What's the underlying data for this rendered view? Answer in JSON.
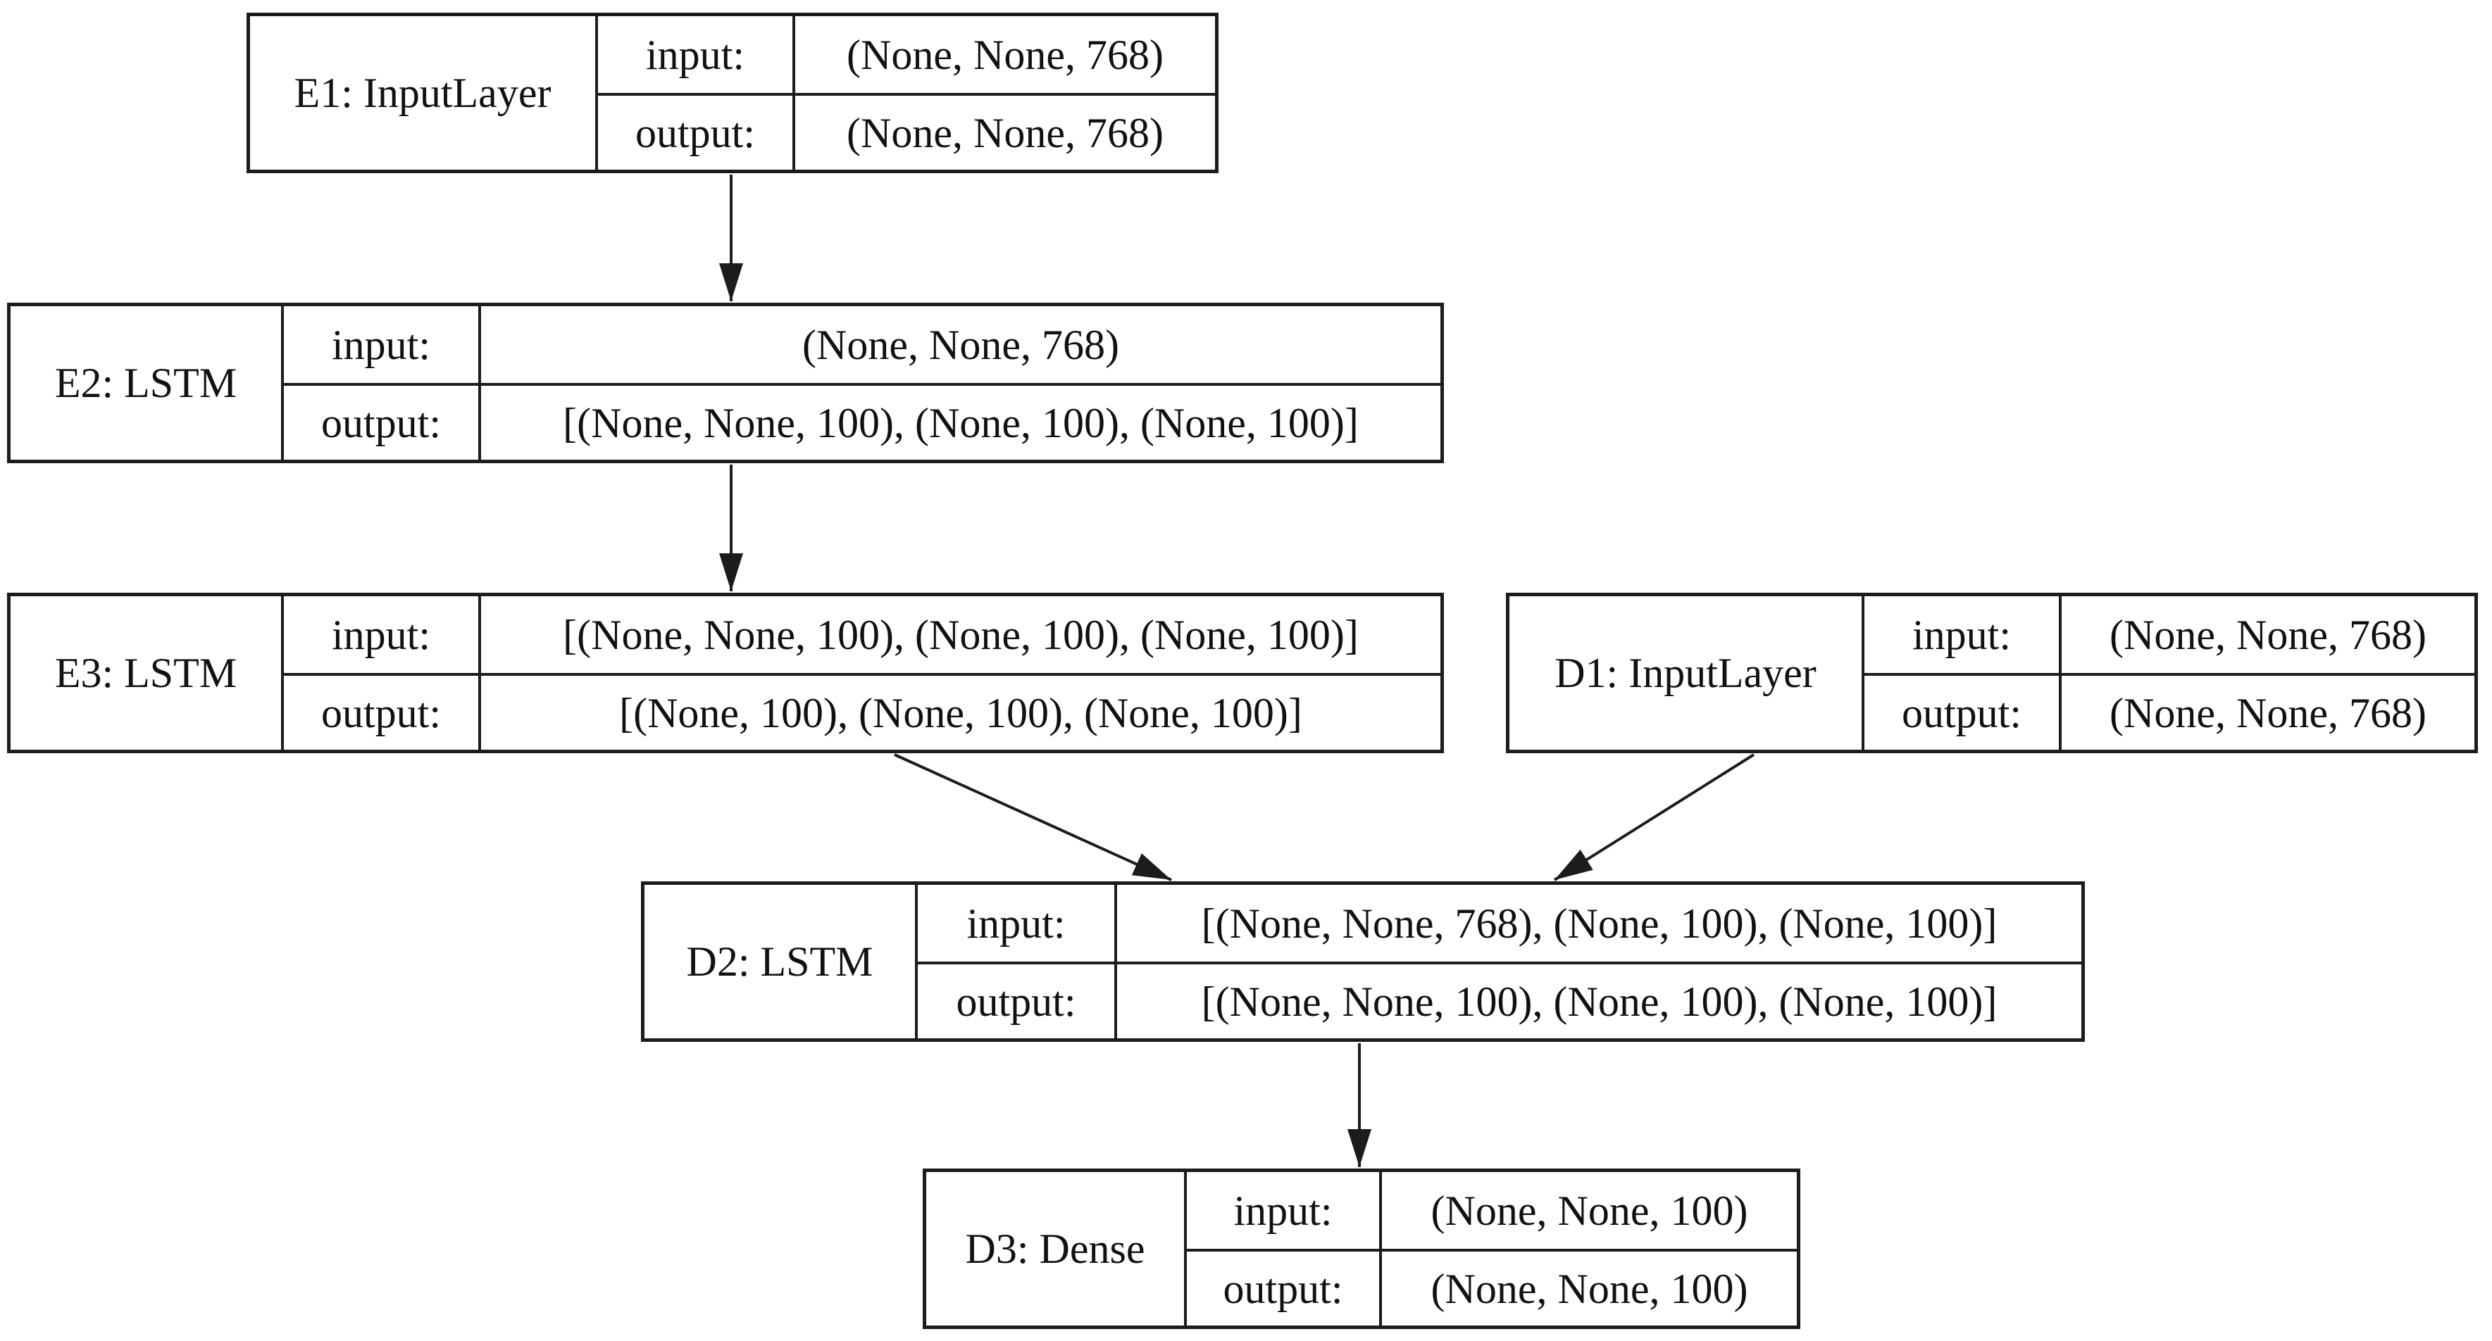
{
  "diagram": {
    "type": "keras-model-graph",
    "background_color": "#ffffff",
    "line_color": "#1c1c1c",
    "text_color": "#111111",
    "input_label": "input:",
    "output_label": "output:",
    "nodes": [
      {
        "id": "E1",
        "name": "E1: InputLayer",
        "input_shape": "(None, None, 768)",
        "output_shape": "(None, None, 768)"
      },
      {
        "id": "E2",
        "name": "E2: LSTM",
        "input_shape": "(None, None, 768)",
        "output_shape": "[(None, None, 100), (None, 100), (None, 100)]"
      },
      {
        "id": "E3",
        "name": "E3: LSTM",
        "input_shape": "[(None, None, 100), (None, 100), (None, 100)]",
        "output_shape": "[(None, 100), (None, 100), (None, 100)]"
      },
      {
        "id": "D1",
        "name": "D1: InputLayer",
        "input_shape": "(None, None, 768)",
        "output_shape": "(None, None, 768)"
      },
      {
        "id": "D2",
        "name": "D2: LSTM",
        "input_shape": "[(None, None, 768), (None, 100), (None, 100)]",
        "output_shape": "[(None, None, 100), (None, 100), (None, 100)]"
      },
      {
        "id": "D3",
        "name": "D3: Dense",
        "input_shape": "(None, None, 100)",
        "output_shape": "(None, None, 100)"
      }
    ],
    "edges": [
      {
        "from": "E1",
        "to": "E2"
      },
      {
        "from": "E2",
        "to": "E3"
      },
      {
        "from": "E3",
        "to": "D2"
      },
      {
        "from": "D1",
        "to": "D2"
      },
      {
        "from": "D2",
        "to": "D3"
      }
    ]
  }
}
